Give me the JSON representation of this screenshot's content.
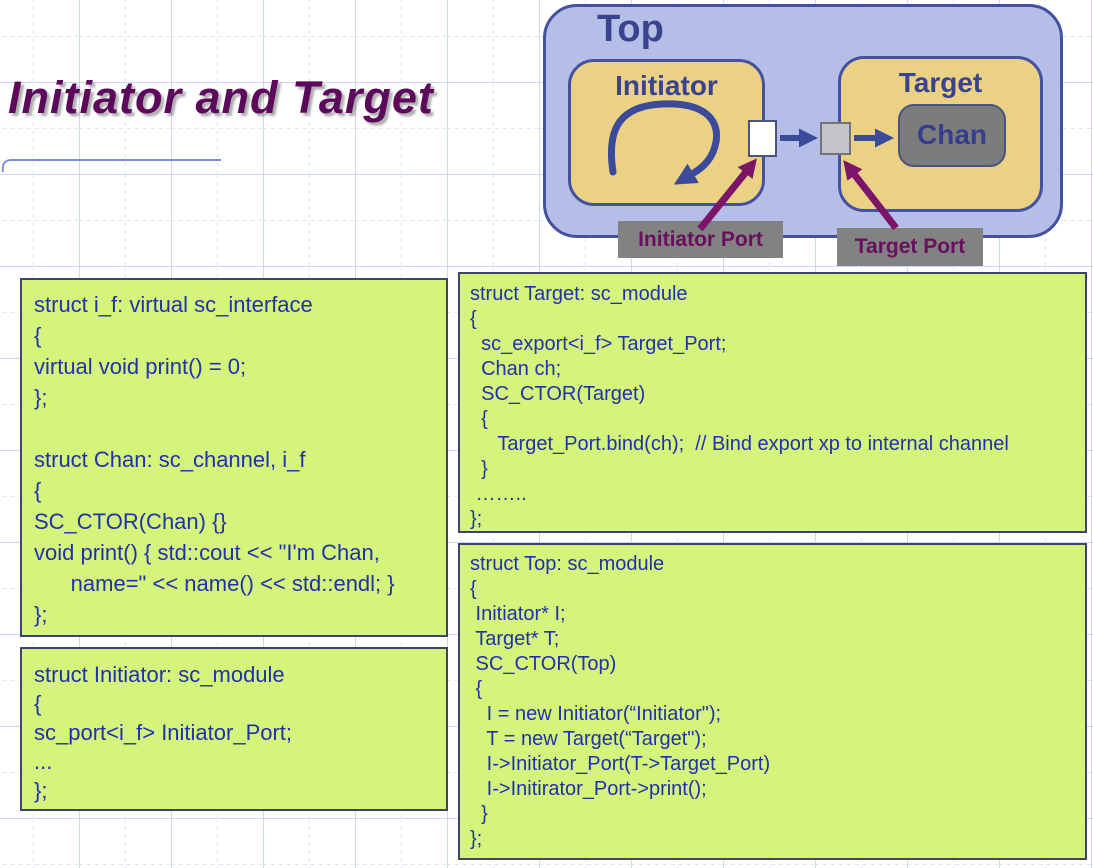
{
  "slide": {
    "title": "Initiator and Target"
  },
  "diagram": {
    "top_label": "Top",
    "initiator_label": "Initiator",
    "target_label": "Target",
    "chan_label": "Chan",
    "initiator_port_label": "Initiator Port",
    "target_port_label": "Target Port",
    "colors": {
      "top_fill": "#b5bee6",
      "module_fill": "#ebd184",
      "border_blue": "#4450a0",
      "chan_fill": "#7c7c7c",
      "callout_fill": "#828282",
      "callout_text": "#6a0f5e",
      "arrow_blue": "#3b4a9b",
      "arrow_purple": "#7c1568"
    }
  },
  "code_boxes": {
    "interface_chan": {
      "lines": [
        "struct i_f: virtual sc_interface",
        "{",
        "virtual void print() = 0;",
        "};",
        "",
        "struct Chan: sc_channel, i_f",
        "{",
        "SC_CTOR(Chan) {}",
        "void print() { std::cout << \"I'm Chan,",
        "      name=\" << name() << std::endl; }",
        "};"
      ]
    },
    "initiator": {
      "lines": [
        "struct Initiator: sc_module",
        "{",
        "sc_port<i_f> Initiator_Port;",
        "...",
        "};"
      ]
    },
    "target": {
      "lines": [
        "struct Target: sc_module",
        "{",
        "  sc_export<i_f> Target_Port;",
        "  Chan ch;",
        "  SC_CTOR(Target)",
        "  {",
        "     Target_Port.bind(ch);  // Bind export xp to internal channel",
        "  }",
        " ……..",
        "};"
      ]
    },
    "top": {
      "lines": [
        "struct Top: sc_module",
        "{",
        " Initiator* I;",
        " Target* T;",
        " SC_CTOR(Top)",
        " {",
        "   I = new Initiator(“Initiator\");",
        "   T = new Target(“Target\");",
        "   I->Initiator_Port(T->Target_Port)",
        "   I->Initirator_Port->print();",
        "  }",
        "};"
      ]
    },
    "colors": {
      "code_bg": "#d5f47c",
      "code_text": "#2130ad",
      "code_border": "#3f4566",
      "title_text": "#5c095c",
      "grid_line": "#d3ddf7"
    }
  }
}
